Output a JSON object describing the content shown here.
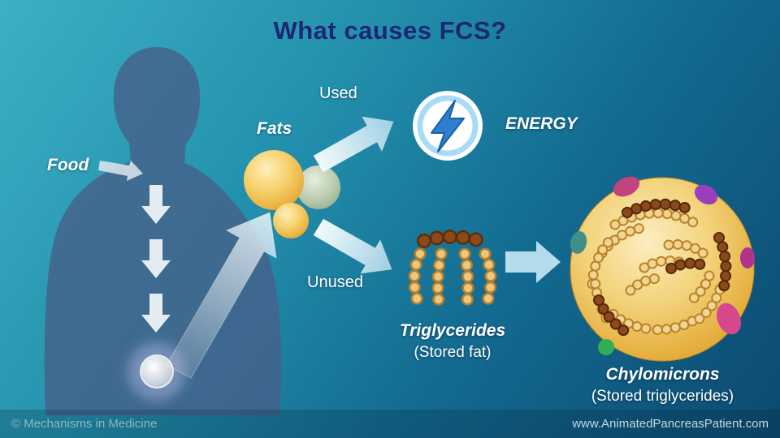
{
  "title": "What causes FCS?",
  "labels": {
    "food": "Food",
    "fats": "Fats",
    "used": "Used",
    "unused": "Unused",
    "energy": "ENERGY",
    "triglycerides": "Triglycerides",
    "triglycerides_sub": "(Stored fat)",
    "chylomicrons": "Chylomicrons",
    "chylomicrons_sub": "(Stored triglycerides)"
  },
  "footer": {
    "copyright": "© Mechanisms in Medicine",
    "website": "www.AnimatedPancreasPatient.com"
  },
  "diagram": {
    "type": "flow",
    "nodes": [
      "Food",
      "Fats",
      "ENERGY",
      "Triglycerides (Stored fat)",
      "Chylomicrons (Stored triglycerides)"
    ],
    "edges": [
      {
        "from": "Food",
        "to": "Fats"
      },
      {
        "from": "Fats",
        "to": "ENERGY",
        "label": "Used"
      },
      {
        "from": "Fats",
        "to": "Triglycerides",
        "label": "Unused"
      },
      {
        "from": "Triglycerides",
        "to": "Chylomicrons"
      }
    ],
    "icons": [
      "lightning-bolt-icon",
      "fat-spheres",
      "triglyceride-molecule",
      "chylomicron-sphere",
      "body-silhouette"
    ]
  },
  "colors": {
    "title_text": "#1c2774",
    "background_top": "#3cb0c4",
    "background_bottom": "#0c4a70",
    "fat_gold": "#f0b93c",
    "bolt_blue": "#2e7fd0",
    "chylomicron_gold": "#e9b94b"
  }
}
